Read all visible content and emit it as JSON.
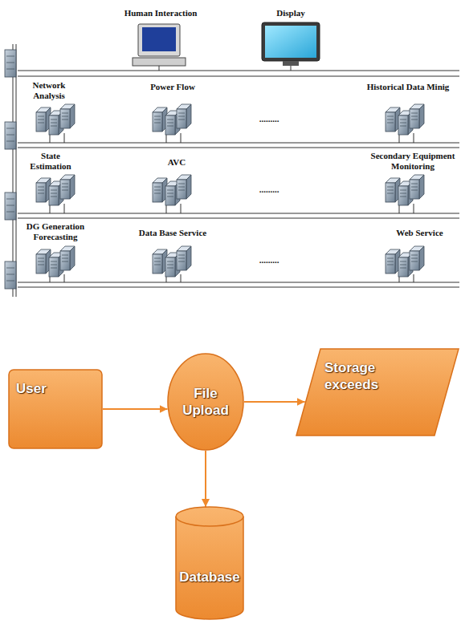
{
  "diagram": {
    "nodes": [
      {
        "text": [
          "User"
        ]
      },
      {
        "text": [
          "File Upload"
        ]
      },
      {
        "text": [
          "Storage exceeds"
        ]
      },
      {
        "text": [
          "Database"
        ]
      }
    ],
    "edges": [
      {
        "from": 0,
        "to": 1,
        "arrow": "to"
      },
      {
        "from": 1,
        "to": 2,
        "arrow": "to"
      },
      {
        "from": 1,
        "to": 3,
        "arrow": "to"
      }
    ],
    "labels": [
      "Human Interaction",
      "Display",
      "Network Analysis",
      "Power Flow",
      ".........",
      "Historical Data Minig",
      "State Estimation",
      "AVC",
      ".........",
      "Secondary Equipment Monitoring",
      "DG Generation Forecasting",
      "Data Base Service",
      ".........",
      "Web Service"
    ]
  }
}
